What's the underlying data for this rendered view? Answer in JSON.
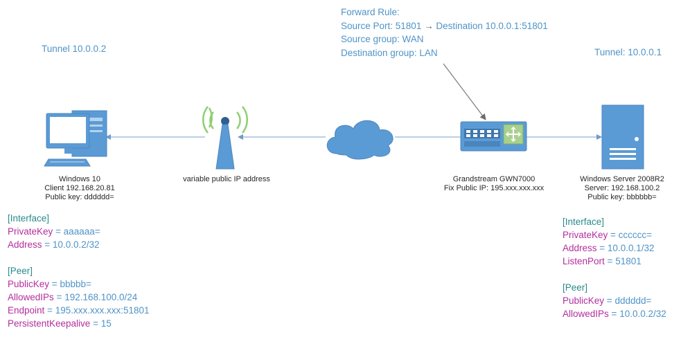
{
  "forward_rule": {
    "title": "Forward Rule:",
    "line1_left": "Source Port: 51801",
    "line1_right": "Destination 10.0.0.1:51801",
    "line2": "Source group: WAN",
    "line3": "Destination group: LAN"
  },
  "tunnels": {
    "left": "Tunnel 10.0.0.2",
    "right": "Tunnel: 10.0.0.1"
  },
  "nodes": {
    "client": {
      "name": "Windows 10",
      "line2": "Client 192.168.20.81",
      "line3": "Public key: dddddd="
    },
    "antenna": {
      "name": "variable public IP address"
    },
    "router": {
      "name": "Grandstream GWN7000",
      "line2": "Fix Public IP: 195.xxx.xxx.xxx"
    },
    "server": {
      "name": "Windows Server 2008R2",
      "line2": "Server: 192.168.100.2",
      "line3": "Public key: bbbbbb="
    }
  },
  "client_config": {
    "interface_header": "[Interface]",
    "interface": [
      {
        "key": "PrivateKey",
        "value": "aaaaaa="
      },
      {
        "key": "Address",
        "value": "10.0.0.2/32"
      }
    ],
    "peer_header": "[Peer]",
    "peer": [
      {
        "key": "PublicKey",
        "value": "bbbbb="
      },
      {
        "key": "AllowedIPs",
        "value": "192.168.100.0/24"
      },
      {
        "key": "Endpoint",
        "value": "195.xxx.xxx.xxx:51801"
      },
      {
        "key": "PersistentKeepalive",
        "value": "15"
      }
    ]
  },
  "server_config": {
    "interface_header": "[Interface]",
    "interface": [
      {
        "key": "PrivateKey",
        "value": "cccccc="
      },
      {
        "key": "Address",
        "value": "10.0.0.1/32"
      },
      {
        "key": "ListenPort",
        "value": "51801"
      }
    ],
    "peer_header": "[Peer]",
    "peer": [
      {
        "key": "PublicKey",
        "value": "dddddd="
      },
      {
        "key": "AllowedIPs",
        "value": "10.0.0.2/32"
      }
    ]
  },
  "colors": {
    "device_blue": "#5b9bd5",
    "device_outline": "#4a86bf",
    "text_blue": "#4f93c7",
    "key_magenta": "#b32d9e",
    "header_teal": "#2a8a8a",
    "antenna_wave": "#8fcf73",
    "router_green": "#a9d18e"
  },
  "icons": [
    "desktop-pc-icon",
    "antenna-tower-icon",
    "cloud-icon",
    "router-switch-icon",
    "server-tower-icon"
  ]
}
